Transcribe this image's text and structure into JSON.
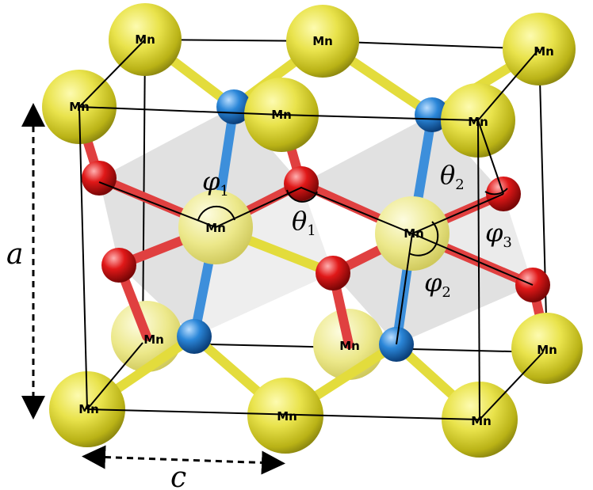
{
  "figure": {
    "atom_label": "Mn",
    "axis_a": "a",
    "axis_c": "c",
    "angles": {
      "phi1": {
        "sym": "φ",
        "sub": "1"
      },
      "phi2": {
        "sym": "φ",
        "sub": "2"
      },
      "phi3": {
        "sym": "φ",
        "sub": "3"
      },
      "theta1": {
        "sym": "θ",
        "sub": "1"
      },
      "theta2": {
        "sym": "θ",
        "sub": "2"
      }
    }
  },
  "colors": {
    "mn": "#e8e24a",
    "blue_atom": "#2a86d8",
    "red_atom": "#e02020",
    "cell_edge": "#000000",
    "octahedron": "#b8b8b8"
  }
}
